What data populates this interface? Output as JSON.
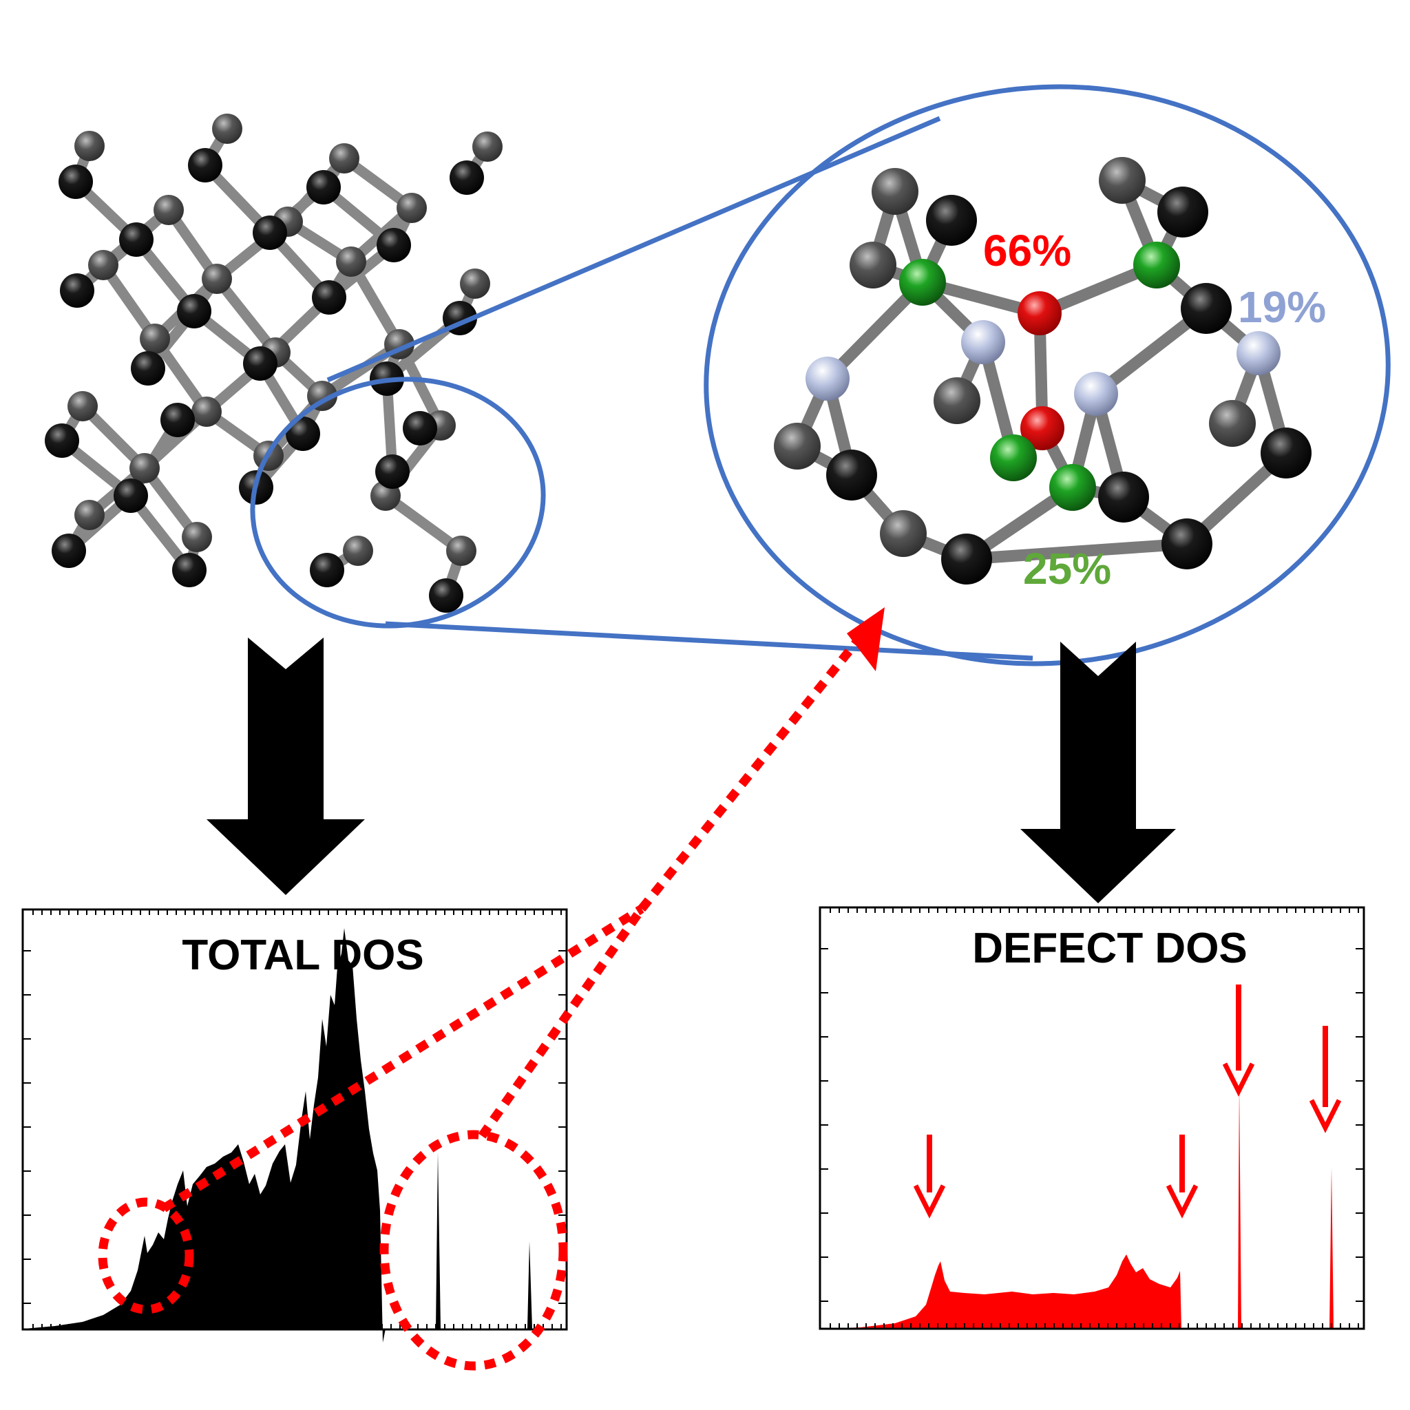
{
  "labels": {
    "total_dos": "TOTAL DOS",
    "defect_dos": "DEFECT DOS",
    "pct_red": "66%",
    "pct_blue": "19%",
    "pct_green": "25%"
  },
  "colors": {
    "ellipse": "#4472c4",
    "red_label": "#ff0000",
    "blue_label": "#8fa2d4",
    "green_label": "#5fa83a",
    "defect_fill": "#ff0000",
    "dotted": "#ff0000",
    "atom_black": "#000000",
    "atom_gray": "#3c3c3c",
    "atom_red": "#e00000",
    "atom_green": "#16921a",
    "atom_lightblue": "#b8c2e0",
    "bond": "#777777"
  },
  "icons": {
    "big_arrow_left": "down-arrow-icon",
    "big_arrow_right": "down-arrow-icon",
    "marker_arrow": "red-down-arrow-icon"
  }
}
